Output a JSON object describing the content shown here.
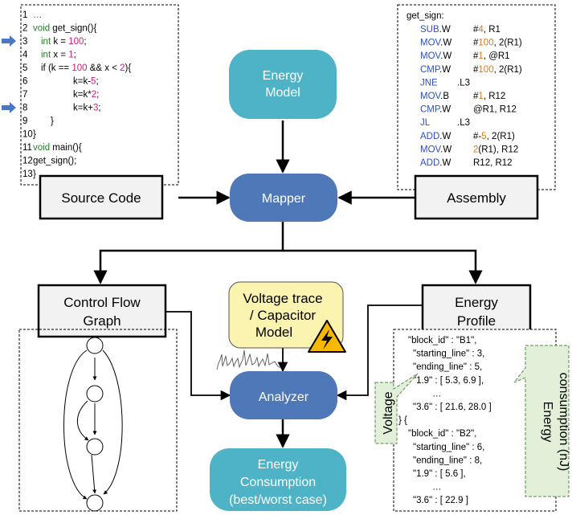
{
  "source_code_panel": {
    "lines": [
      {
        "no": "1",
        "text": "…"
      },
      {
        "no": "2",
        "kw": "void",
        "text": " get_sign(){"
      },
      {
        "no": "3",
        "kw": "int",
        "text": " k = ",
        "num": "100",
        "tail": ";"
      },
      {
        "no": "4",
        "kw": "int",
        "text": " x = ",
        "num": "1",
        "tail": ";"
      },
      {
        "no": "5",
        "text": "if (k == ",
        "num": "100",
        "text2": " && x < ",
        "num2": "2",
        "tail": "){"
      },
      {
        "no": "6",
        "text": "k=k-",
        "num": "5",
        "tail": ";"
      },
      {
        "no": "7",
        "text": "k=k*",
        "num": "2",
        "tail": ";"
      },
      {
        "no": "8",
        "text": "k=k+",
        "num": "3",
        "tail": ";"
      },
      {
        "no": "9",
        "text": "}"
      },
      {
        "no": "10",
        "text": "}"
      },
      {
        "no": "11",
        "kw": "void",
        "text": " main(){"
      },
      {
        "no": "12",
        "text": "get_sign();"
      },
      {
        "no": "13",
        "text": "}"
      }
    ]
  },
  "assembly_panel": {
    "header": "get_sign:",
    "lines": [
      {
        "op": "SUB",
        "suf": ".W",
        "a1": "#4",
        "a2": ", R1"
      },
      {
        "op": "MOV",
        "suf": ".W",
        "a1": "#100",
        "a2": ", 2(R1)"
      },
      {
        "op": "MOV",
        "suf": ".W",
        "a1": "#1",
        "a2": ", @R1"
      },
      {
        "op": "CMP",
        "suf": ".W",
        "a1": "#100",
        "a2": ", 2(R1)"
      },
      {
        "op": "JNE",
        "suf": "",
        "a1": "",
        "a2": ".L3"
      },
      {
        "op": "MOV",
        "suf": ".B",
        "a1": "#1",
        "a2": ", R12"
      },
      {
        "op": "CMP",
        "suf": ".W",
        "a1": "",
        "a2": "@R1, R12"
      },
      {
        "op": "JL",
        "suf": "",
        "a1": "",
        "a2": ".L3"
      },
      {
        "op": "ADD",
        "suf": ".W",
        "a1": "#-5, 2",
        "a2": "(R1)"
      },
      {
        "op": "MOV",
        "suf": ".W",
        "a1": "2",
        "a2": "(R1), R12"
      },
      {
        "op": "ADD",
        "suf": ".W",
        "a1": "",
        "a2": "R12, R12"
      }
    ]
  },
  "nodes": {
    "energy_model": [
      "Energy",
      "Model"
    ],
    "mapper": "Mapper",
    "source_code": "Source Code",
    "assembly": "Assembly",
    "control_flow_graph": [
      "Control Flow",
      "Graph"
    ],
    "energy_profile": [
      "Energy",
      "Profile"
    ],
    "voltage_capacitor": [
      "Voltage trace",
      "/ Capacitor",
      "Model"
    ],
    "analyzer": "Analyzer",
    "energy_consumption": [
      "Energy",
      "Consumption",
      "(best/worst case)"
    ]
  },
  "energy_profile_json": {
    "lines": [
      "\"block_id\" : \"B1\",",
      "\"starting_line\" : 3,",
      "\"ending_line\" : 5,",
      "\"1.9\" : [ 5.3, 6.9 ],",
      "…",
      "\"3.6\" : [ 21.6, 28.0 ]",
      "} {",
      "\"block_id\" : \"B2\",",
      "\"starting_line\" : 6,",
      "\"ending_line\" : 8,",
      "\"1.9\" : [ 5.6 ],",
      "…",
      "\"3.6\" : [ 22.9 ]"
    ]
  },
  "callouts": {
    "voltage": "Voltage",
    "energy_consumption": [
      "Energy",
      "consumption (nJ)"
    ]
  },
  "colors": {
    "teal": "#4fb3c8",
    "blue": "#4f78b8",
    "yellow": "#fbf3b0",
    "callout_green": "#e2efd9",
    "arrow_marker": "#4a78c2"
  }
}
